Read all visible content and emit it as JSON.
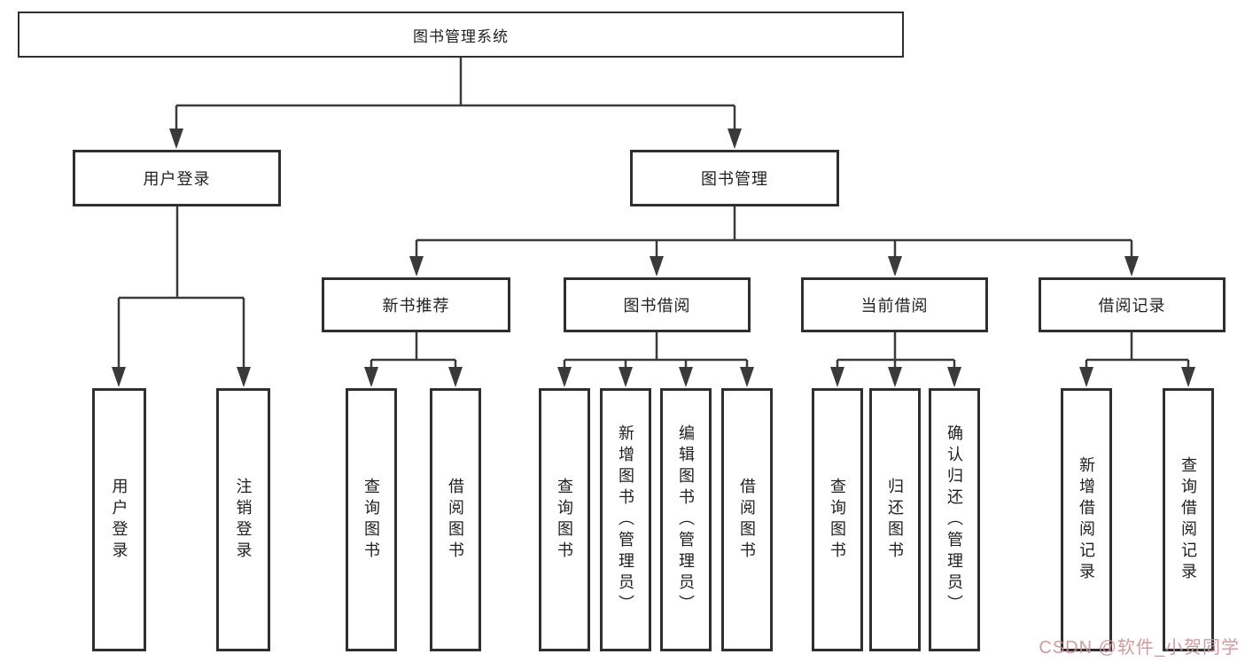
{
  "tree": {
    "label": "图书管理系统",
    "children": [
      {
        "label": "用户登录",
        "children": [
          {
            "label": "用户登录"
          },
          {
            "label": "注销登录"
          }
        ]
      },
      {
        "label": "图书管理",
        "children": [
          {
            "label": "新书推荐",
            "children": [
              {
                "label": "查询图书"
              },
              {
                "label": "借阅图书"
              }
            ]
          },
          {
            "label": "图书借阅",
            "children": [
              {
                "label": "查询图书"
              },
              {
                "label": "新增图书（管理员）"
              },
              {
                "label": "编辑图书（管理员）"
              },
              {
                "label": "借阅图书"
              }
            ]
          },
          {
            "label": "当前借阅",
            "children": [
              {
                "label": "查询图书"
              },
              {
                "label": "归还图书"
              },
              {
                "label": "确认归还（管理员）"
              }
            ]
          },
          {
            "label": "借阅记录",
            "children": [
              {
                "label": "新增借阅记录"
              },
              {
                "label": "查询借阅记录"
              }
            ]
          }
        ]
      }
    ]
  },
  "watermark": {
    "text": "CSDN @软件_小贺同学"
  },
  "colors": {
    "connector": "#3a3a3a",
    "border": "#2f2f2f",
    "text": "#1f1f1f",
    "watermark": "#cb9096",
    "background": "#ffffff"
  }
}
